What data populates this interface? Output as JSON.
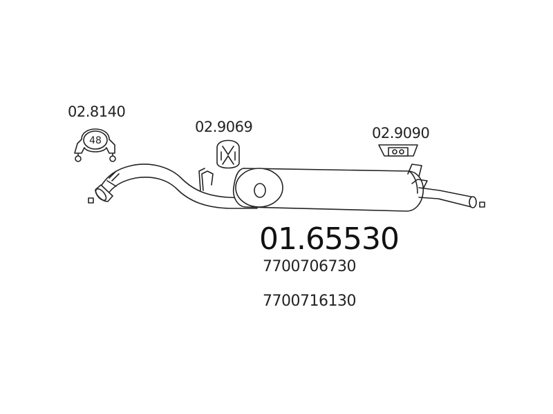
{
  "parts": {
    "clamp": {
      "code": "02.8140",
      "size": "48",
      "icon": "exhaust-clamp-icon"
    },
    "rubber_mount": {
      "code": "02.9069",
      "icon": "rubber-mount-icon"
    },
    "hanger_mount": {
      "code": "02.9090",
      "icon": "hanger-mount-icon"
    }
  },
  "main_part": {
    "code": "01.65530",
    "oe_numbers": [
      "7700706730",
      "7700716130"
    ]
  },
  "colors": {
    "line": "#222222",
    "background": "#ffffff"
  }
}
